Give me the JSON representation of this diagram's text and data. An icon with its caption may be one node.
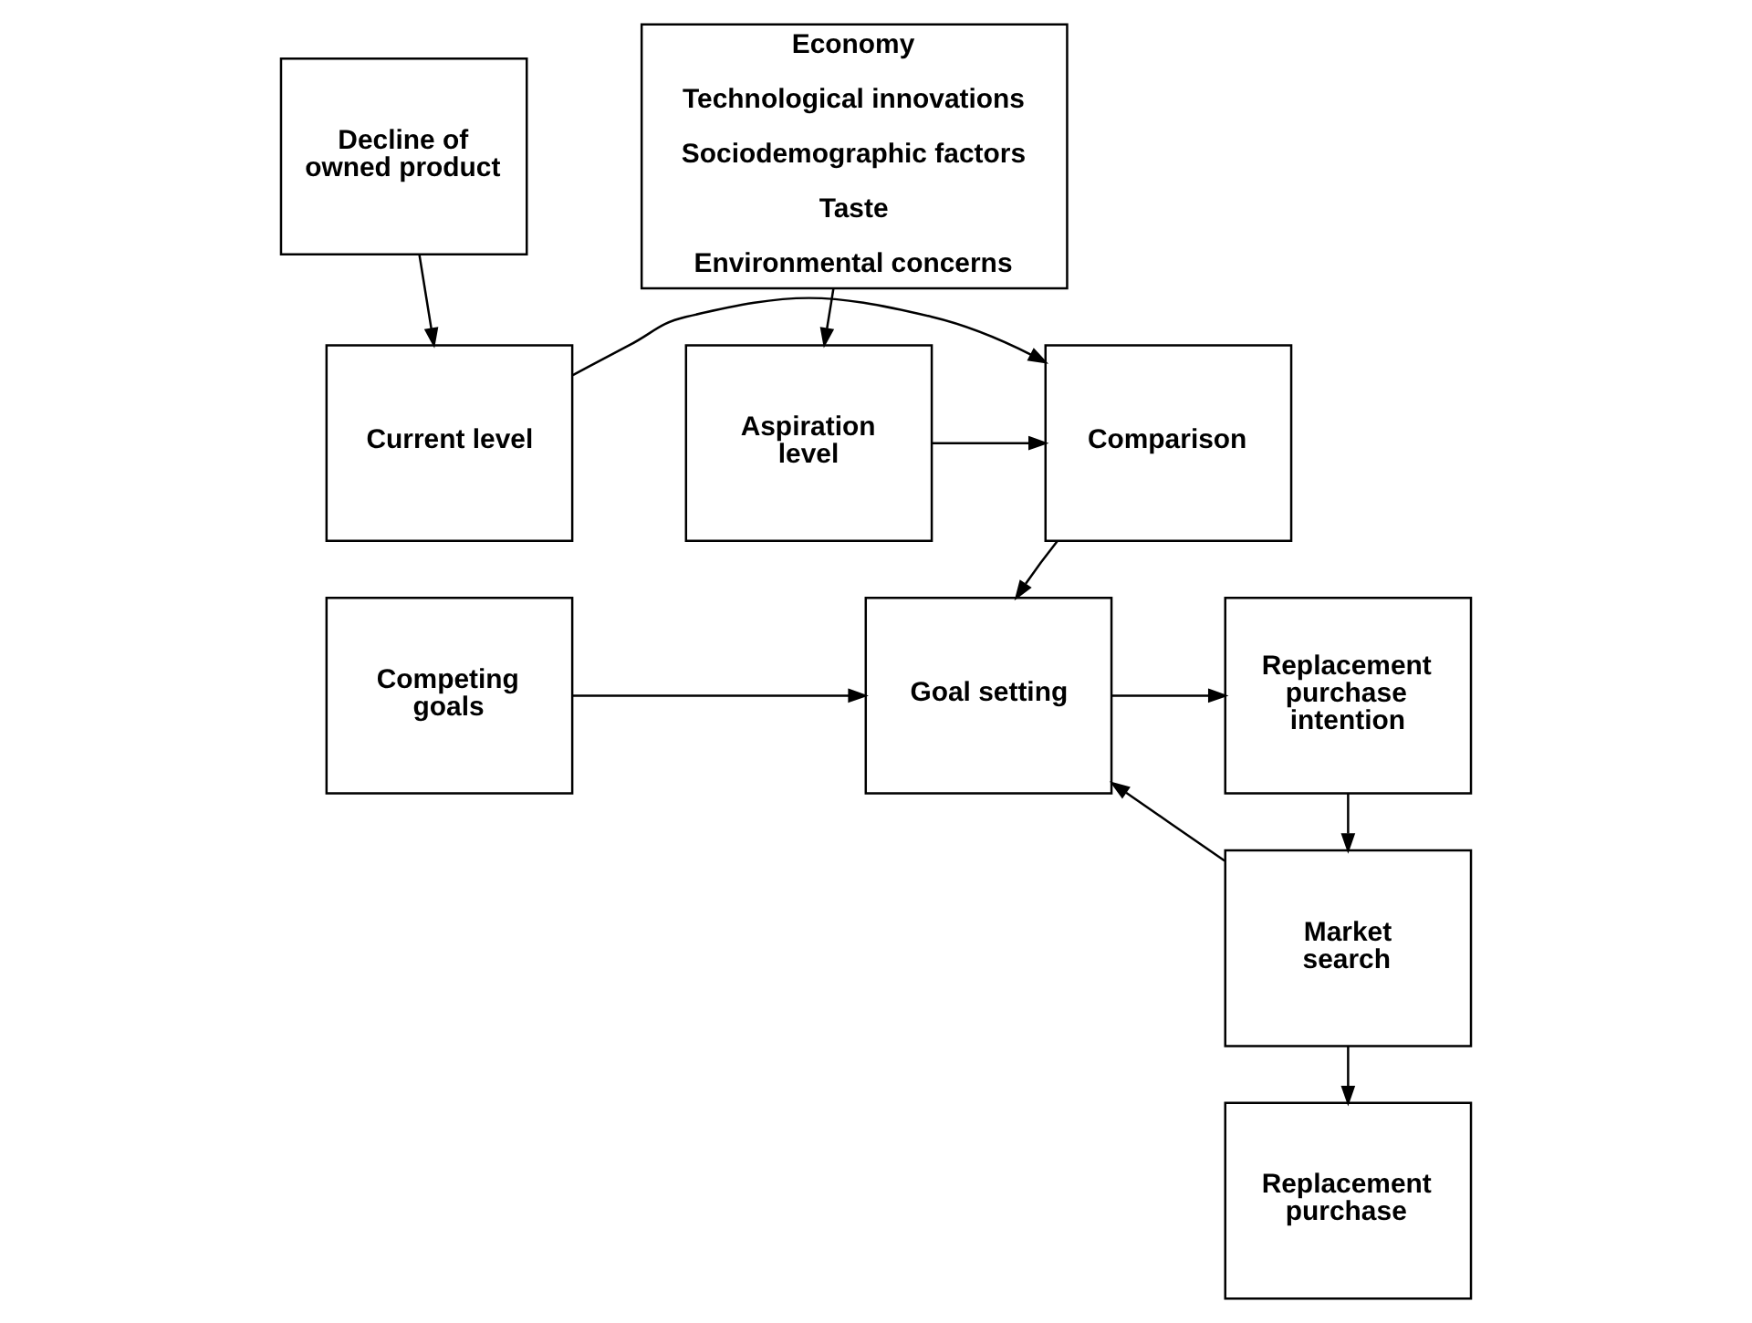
{
  "diagram": {
    "nodes": [
      {
        "text": [
          "Economy",
          "Technological innovations",
          "Sociodemographic factors",
          "Taste",
          "Environmental concerns"
        ]
      },
      {
        "text": [
          "Decline of owned product"
        ]
      },
      {
        "text": [
          "Aspiration level"
        ]
      },
      {
        "text": [
          "Comparison"
        ]
      },
      {
        "text": [
          "Current level"
        ]
      },
      {
        "text": [
          "Replacement purchase intention"
        ]
      },
      {
        "text": [
          "Goal setting"
        ]
      },
      {
        "text": [
          "Competing goals"
        ]
      },
      {
        "text": [
          "Market search"
        ]
      },
      {
        "text": [
          "Replacement purchase"
        ]
      }
    ],
    "edges": [
      {
        "from": 0,
        "to": 2,
        "arrow": "to"
      },
      {
        "from": 1,
        "to": 4,
        "arrow": "to"
      },
      {
        "from": 2,
        "to": 3,
        "arrow": "to"
      },
      {
        "from": 4,
        "to": 3,
        "arrow": "to"
      },
      {
        "from": 3,
        "to": 6,
        "arrow": "to"
      },
      {
        "from": 6,
        "to": 5,
        "arrow": "to"
      },
      {
        "from": 7,
        "to": 6,
        "arrow": "to"
      },
      {
        "from": 5,
        "to": 8,
        "arrow": "to"
      },
      {
        "from": 8,
        "to": 6,
        "arrow": "to"
      },
      {
        "from": 8,
        "to": 9,
        "arrow": "to"
      }
    ]
  }
}
